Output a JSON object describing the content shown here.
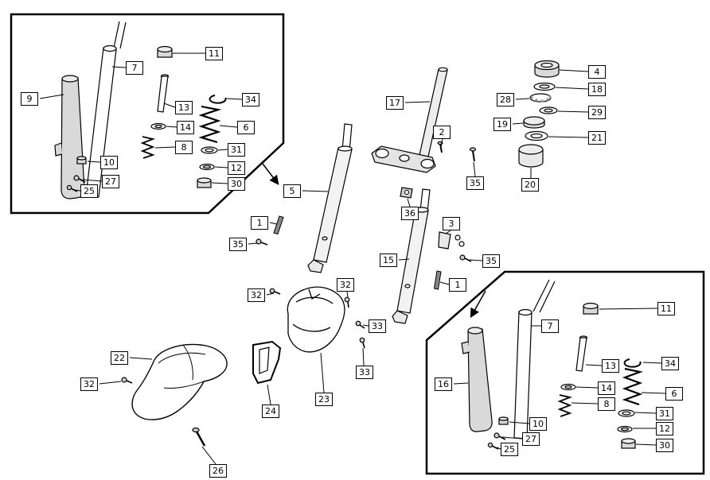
{
  "colors": {
    "background": "#ffffff",
    "line": "#000000",
    "metal_fill": "#d9d9d9",
    "light_fill": "#f2f2f2"
  },
  "callouts": {
    "tl_9": {
      "label": "9"
    },
    "tl_7": {
      "label": "7"
    },
    "tl_11": {
      "label": "11"
    },
    "tl_13": {
      "label": "13"
    },
    "tl_34": {
      "label": "34"
    },
    "tl_14": {
      "label": "14"
    },
    "tl_6": {
      "label": "6"
    },
    "tl_8": {
      "label": "8"
    },
    "tl_31": {
      "label": "31"
    },
    "tl_10": {
      "label": "10"
    },
    "tl_12": {
      "label": "12"
    },
    "tl_27": {
      "label": "27"
    },
    "tl_30": {
      "label": "30"
    },
    "tl_25": {
      "label": "25"
    },
    "c_17": {
      "label": "17"
    },
    "c_4": {
      "label": "4"
    },
    "c_18": {
      "label": "18"
    },
    "c_28": {
      "label": "28"
    },
    "c_29": {
      "label": "29"
    },
    "c_19": {
      "label": "19"
    },
    "c_21": {
      "label": "21"
    },
    "c_20": {
      "label": "20"
    },
    "c_2": {
      "label": "2"
    },
    "c_35a": {
      "label": "35"
    },
    "c_5": {
      "label": "5"
    },
    "c_36": {
      "label": "36"
    },
    "c_1a": {
      "label": "1"
    },
    "c_35b": {
      "label": "35"
    },
    "c_3": {
      "label": "3"
    },
    "c_15": {
      "label": "15"
    },
    "c_35c": {
      "label": "35"
    },
    "c_1b": {
      "label": "1"
    },
    "c_32a": {
      "label": "32"
    },
    "c_32b": {
      "label": "32"
    },
    "c_33a": {
      "label": "33"
    },
    "c_33b": {
      "label": "33"
    },
    "c_23": {
      "label": "23"
    },
    "c_24": {
      "label": "24"
    },
    "c_22": {
      "label": "22"
    },
    "c_32c": {
      "label": "32"
    },
    "c_26": {
      "label": "26"
    },
    "br_11": {
      "label": "11"
    },
    "br_7": {
      "label": "7"
    },
    "br_13": {
      "label": "13"
    },
    "br_34": {
      "label": "34"
    },
    "br_14": {
      "label": "14"
    },
    "br_6": {
      "label": "6"
    },
    "br_8": {
      "label": "8"
    },
    "br_31": {
      "label": "31"
    },
    "br_10": {
      "label": "10"
    },
    "br_12": {
      "label": "12"
    },
    "br_27": {
      "label": "27"
    },
    "br_30": {
      "label": "30"
    },
    "br_25": {
      "label": "25"
    },
    "br_16": {
      "label": "16"
    }
  }
}
